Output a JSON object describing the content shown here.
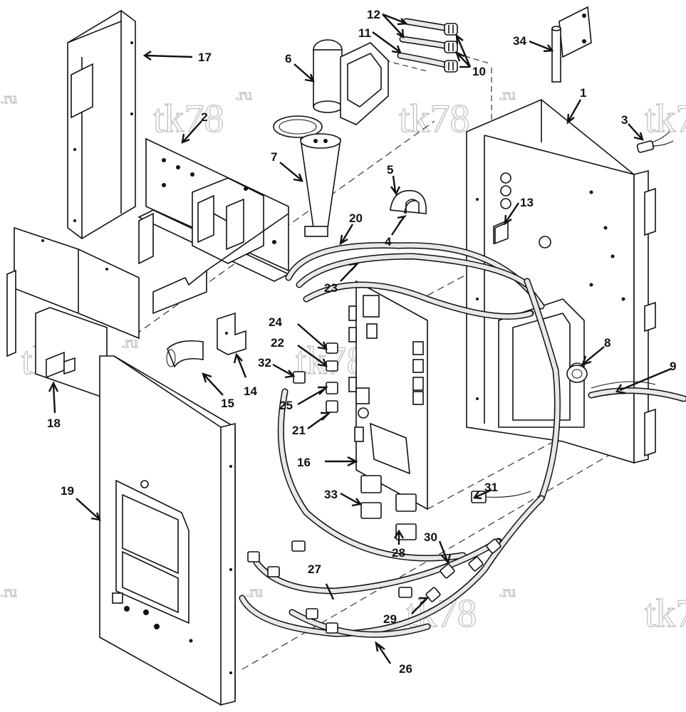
{
  "watermark": {
    "main": "tk78",
    "suffix": ".ru"
  },
  "callouts": {
    "c1": "1",
    "c2": "2",
    "c3": "3",
    "c4": "4",
    "c5": "5",
    "c6": "6",
    "c7": "7",
    "c8": "8",
    "c9": "9",
    "c10": "10",
    "c11": "11",
    "c12": "12",
    "c13": "13",
    "c14": "14",
    "c15": "15",
    "c16": "16",
    "c17": "17",
    "c18": "18",
    "c19": "19",
    "c20": "20",
    "c21": "21",
    "c22": "22",
    "c23": "23",
    "c24": "24",
    "c25": "25",
    "c26": "26",
    "c27": "27",
    "c28": "28",
    "c29": "29",
    "c30": "30",
    "c31": "31",
    "c32": "32",
    "c33": "33",
    "c34": "34"
  },
  "colors": {
    "line": "#111111",
    "watermark": "#bdbdbd",
    "background": "#ffffff"
  }
}
